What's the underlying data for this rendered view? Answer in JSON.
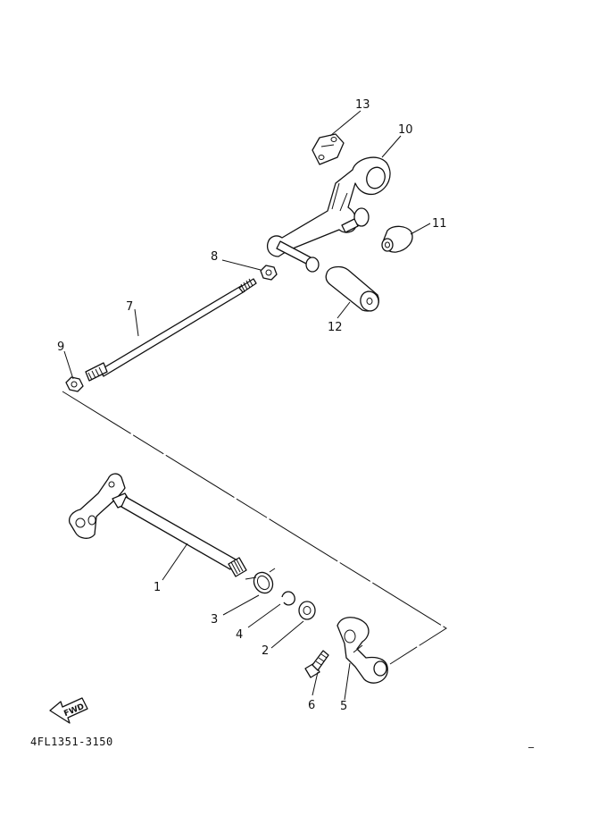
{
  "diagram_code": "4FL1351-3150",
  "fwd_label": "FWD",
  "callouts": [
    "1",
    "2",
    "3",
    "4",
    "5",
    "6",
    "7",
    "8",
    "9",
    "10",
    "11",
    "12",
    "13"
  ],
  "trailing_mark": "_"
}
